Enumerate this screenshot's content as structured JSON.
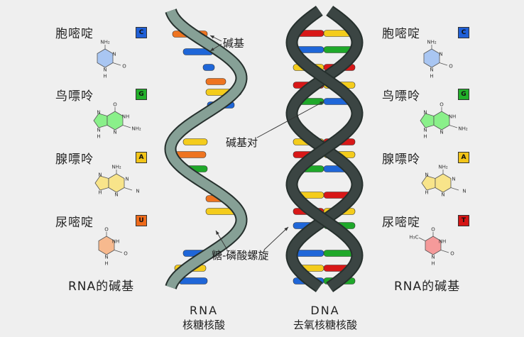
{
  "left_panel": {
    "title": "RNA的碱基",
    "bases": [
      {
        "name": "胞嘧啶",
        "letter": "C",
        "color": "#1f5fd6",
        "mol_fill": "#a9c6f2",
        "atoms": [
          "NH₂",
          "N",
          "O",
          "N",
          "H"
        ]
      },
      {
        "name": "鸟嘌呤",
        "letter": "G",
        "color": "#22b02a",
        "mol_fill": "#8af08a",
        "atoms": [
          "O",
          "NH",
          "NH₂",
          "N",
          "N",
          "N",
          "H"
        ]
      },
      {
        "name": "腺嘌呤",
        "letter": "A",
        "color": "#f2c418",
        "mol_fill": "#f8e48a",
        "atoms": [
          "NH₂",
          "N",
          "N",
          "N",
          "N",
          "H"
        ]
      },
      {
        "name": "尿嘧啶",
        "letter": "U",
        "color": "#ee6a1a",
        "mol_fill": "#f7b98e",
        "atoms": [
          "O",
          "NH",
          "O",
          "N",
          "H"
        ]
      }
    ]
  },
  "right_panel": {
    "title": "RNA的碱基",
    "bases": [
      {
        "name": "胞嘧啶",
        "letter": "C",
        "color": "#1f5fd6",
        "mol_fill": "#a9c6f2",
        "atoms": [
          "NH₂",
          "N",
          "O",
          "N",
          "H"
        ]
      },
      {
        "name": "鸟嘌呤",
        "letter": "G",
        "color": "#22b02a",
        "mol_fill": "#8af08a",
        "atoms": [
          "O",
          "NH",
          "NH₂",
          "N",
          "N",
          "N",
          "H"
        ]
      },
      {
        "name": "腺嘌呤",
        "letter": "A",
        "color": "#f2c418",
        "mol_fill": "#f8e48a",
        "atoms": [
          "NH₂",
          "N",
          "N",
          "N",
          "N",
          "H"
        ]
      },
      {
        "name": "尿嘧啶",
        "letter": "T",
        "color": "#d41414",
        "mol_fill": "#f59a9a",
        "atoms": [
          "O",
          "NH",
          "O",
          "N",
          "H",
          "H₃C"
        ]
      }
    ]
  },
  "rna": {
    "label": "RNA",
    "sublabel": "核糖核酸",
    "backbone_color": "#86a096",
    "sequence": [
      "U",
      "C",
      "C",
      "U",
      "A",
      "C",
      "A",
      "U",
      "G",
      "C",
      "U",
      "A",
      "C",
      "A",
      "C"
    ]
  },
  "dna": {
    "label": "DNA",
    "sublabel": "去氧核糖核酸",
    "backbone_color": "#3b4543",
    "pairs": [
      [
        "T",
        "A"
      ],
      [
        "C",
        "G"
      ],
      [
        "A",
        "T"
      ],
      [
        "T",
        "A"
      ],
      [
        "G",
        "C"
      ],
      [
        "A",
        "T"
      ],
      [
        "T",
        "A"
      ],
      [
        "G",
        "C"
      ],
      [
        "A",
        "T"
      ],
      [
        "T",
        "A"
      ],
      [
        "C",
        "G"
      ],
      [
        "C",
        "G"
      ],
      [
        "A",
        "T"
      ],
      [
        "C",
        "G"
      ]
    ]
  },
  "annotations": {
    "bases": "碱基",
    "base_pair": "碱基对",
    "backbone": "糖-磷酸螺旋"
  },
  "base_colors": {
    "A": "#f4cc1c",
    "C": "#1f66d8",
    "G": "#1fa82a",
    "U": "#ee7420",
    "T": "#d81818"
  }
}
